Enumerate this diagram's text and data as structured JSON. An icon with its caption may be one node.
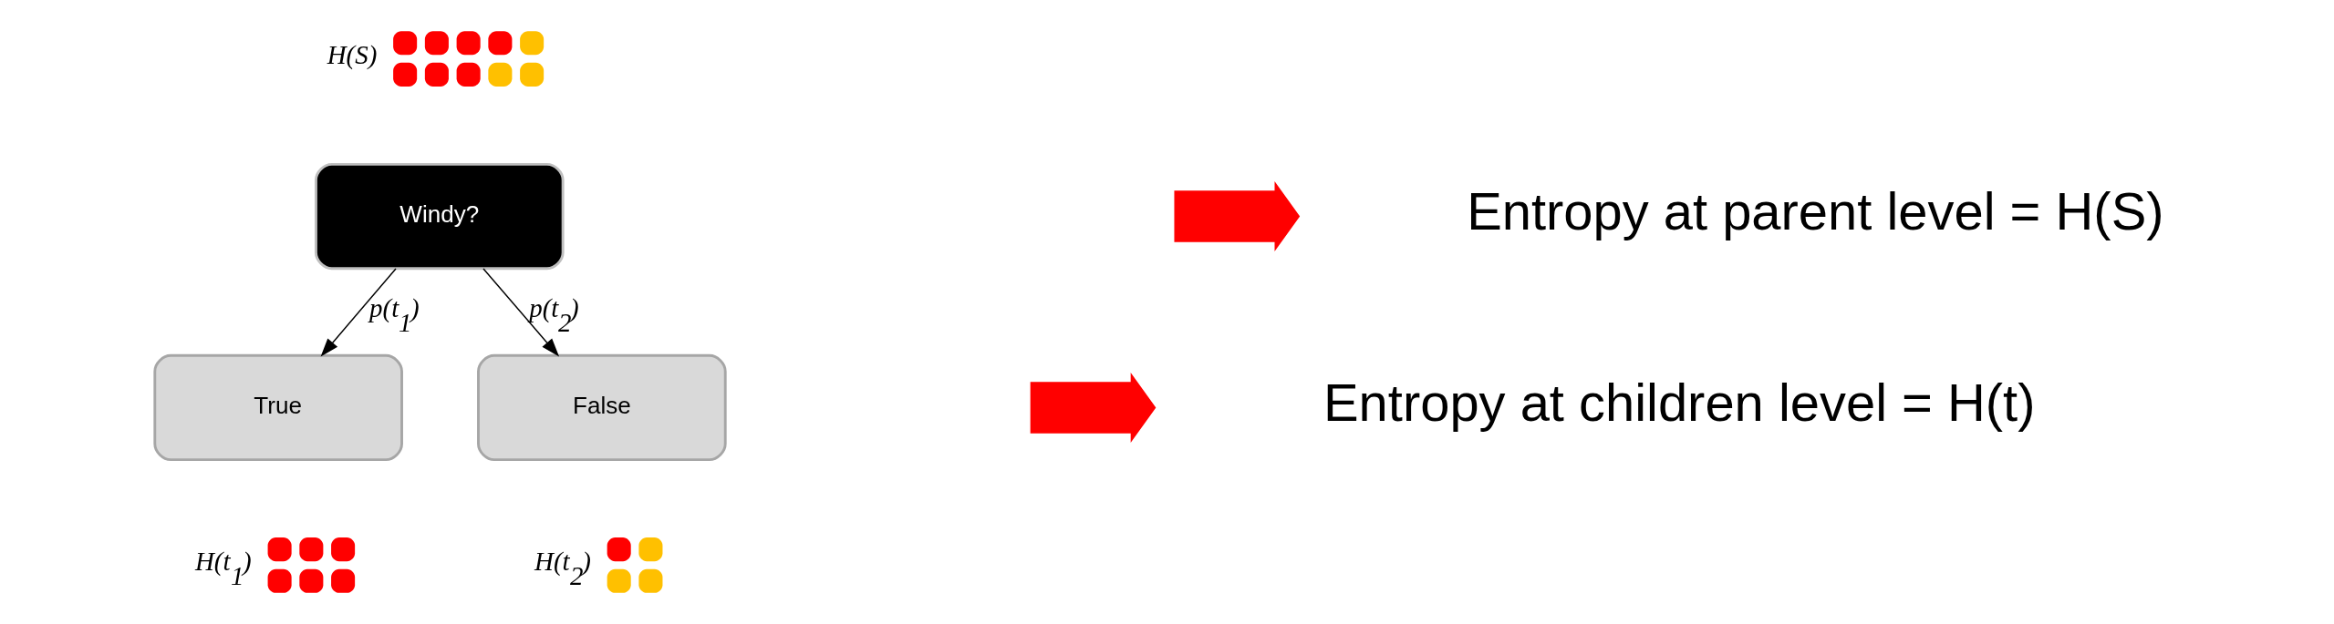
{
  "diagram": {
    "nodes": [
      {
        "text": [
          "Windy?"
        ],
        "beside": [
          "H(S)"
        ]
      },
      {
        "text": [
          "True"
        ],
        "beside": [
          "H(t$_{1}$)"
        ]
      },
      {
        "text": [
          "False"
        ],
        "beside": [
          "H(t$_{2}$)"
        ]
      },
      {
        "text": [],
        "shape": "arrow"
      },
      {
        "text": [],
        "shape": "arrow"
      }
    ],
    "edges": [
      {
        "from": 0,
        "to": 1,
        "arrow": "to",
        "label": "p(t$_{1}$)"
      },
      {
        "from": 0,
        "to": 2,
        "arrow": "to",
        "label": "p(t$_{2}$)"
      }
    ],
    "labels": [
      "Entropy at parent level = H(S)",
      "Entropy at children level = H(t)"
    ]
  }
}
